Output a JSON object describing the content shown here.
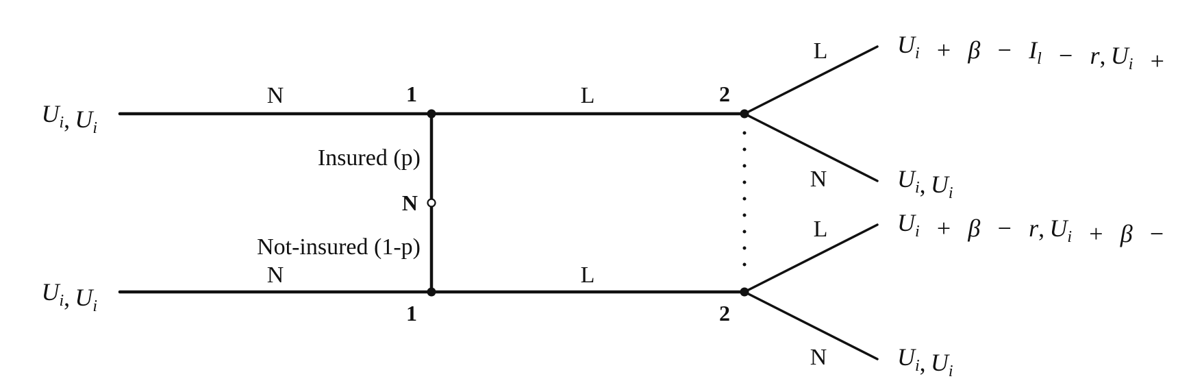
{
  "nodes": {
    "nature": "N",
    "player1_top": "1",
    "player1_bottom": "1",
    "player2_top": "2",
    "player2_bottom": "2"
  },
  "edges": {
    "insured": "Insured (p)",
    "not_insured": "Not-insured (1-p)",
    "top_left_n": "N",
    "top_mid_l": "L",
    "bottom_left_n": "N",
    "bottom_mid_l": "L",
    "top_right_l": "L",
    "top_right_n": "N",
    "bottom_right_l": "L",
    "bottom_right_n": "N"
  },
  "payoffs": {
    "top_left": "U_i, U_i",
    "bottom_left": "U_i, U_i",
    "top_l": "U_i + β − I_l − r, U_i + β",
    "top_n": "U_i, U_i",
    "bottom_l": "U_i + β − r, U_i + β − r",
    "bottom_n": "U_i, U_i"
  }
}
